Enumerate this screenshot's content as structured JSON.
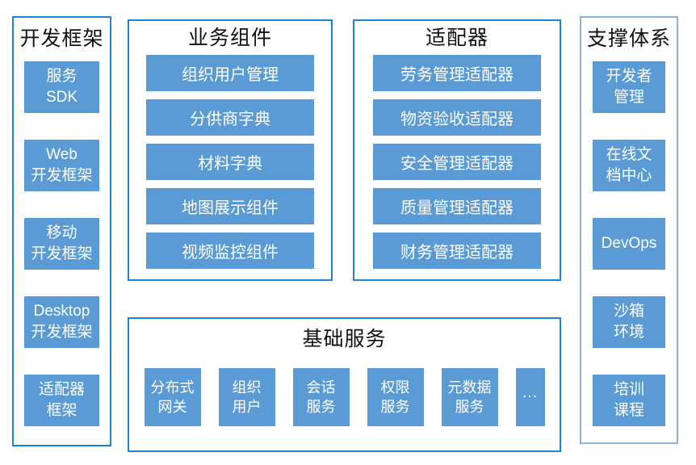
{
  "colors": {
    "box_fill": "#5B9BD5",
    "box_text": "#FFFFFF",
    "panel_border": "#1F82D9",
    "support_panel_border": "#8FAEDC",
    "title_text": "#111111",
    "background": "#FFFFFF"
  },
  "panels": {
    "dev_framework": {
      "title": "开发框架",
      "items": [
        {
          "label": "服务\nSDK"
        },
        {
          "label": "Web\n开发框架"
        },
        {
          "label": "移动\n开发框架"
        },
        {
          "label": "Desktop\n开发框架"
        },
        {
          "label": "适配器\n框架"
        }
      ]
    },
    "business_components": {
      "title": "业务组件",
      "items": [
        {
          "label": "组织用户管理"
        },
        {
          "label": "分供商字典"
        },
        {
          "label": "材料字典"
        },
        {
          "label": "地图展示组件"
        },
        {
          "label": "视频监控组件"
        }
      ]
    },
    "adapters": {
      "title": "适配器",
      "items": [
        {
          "label": "劳务管理适配器"
        },
        {
          "label": "物资验收适配器"
        },
        {
          "label": "安全管理适配器"
        },
        {
          "label": "质量管理适配器"
        },
        {
          "label": "财务管理适配器"
        }
      ]
    },
    "basic_services": {
      "title": "基础服务",
      "items": [
        {
          "label": "分布式\n网关"
        },
        {
          "label": "组织\n用户"
        },
        {
          "label": "会话\n服务"
        },
        {
          "label": "权限\n服务"
        },
        {
          "label": "元数据\n服务"
        },
        {
          "label": "…"
        }
      ]
    },
    "support_system": {
      "title": "支撑体系",
      "items": [
        {
          "label": "开发者\n管理"
        },
        {
          "label": "在线文\n档中心"
        },
        {
          "label": "DevOps"
        },
        {
          "label": "沙箱\n环境"
        },
        {
          "label": "培训\n课程"
        }
      ]
    }
  }
}
